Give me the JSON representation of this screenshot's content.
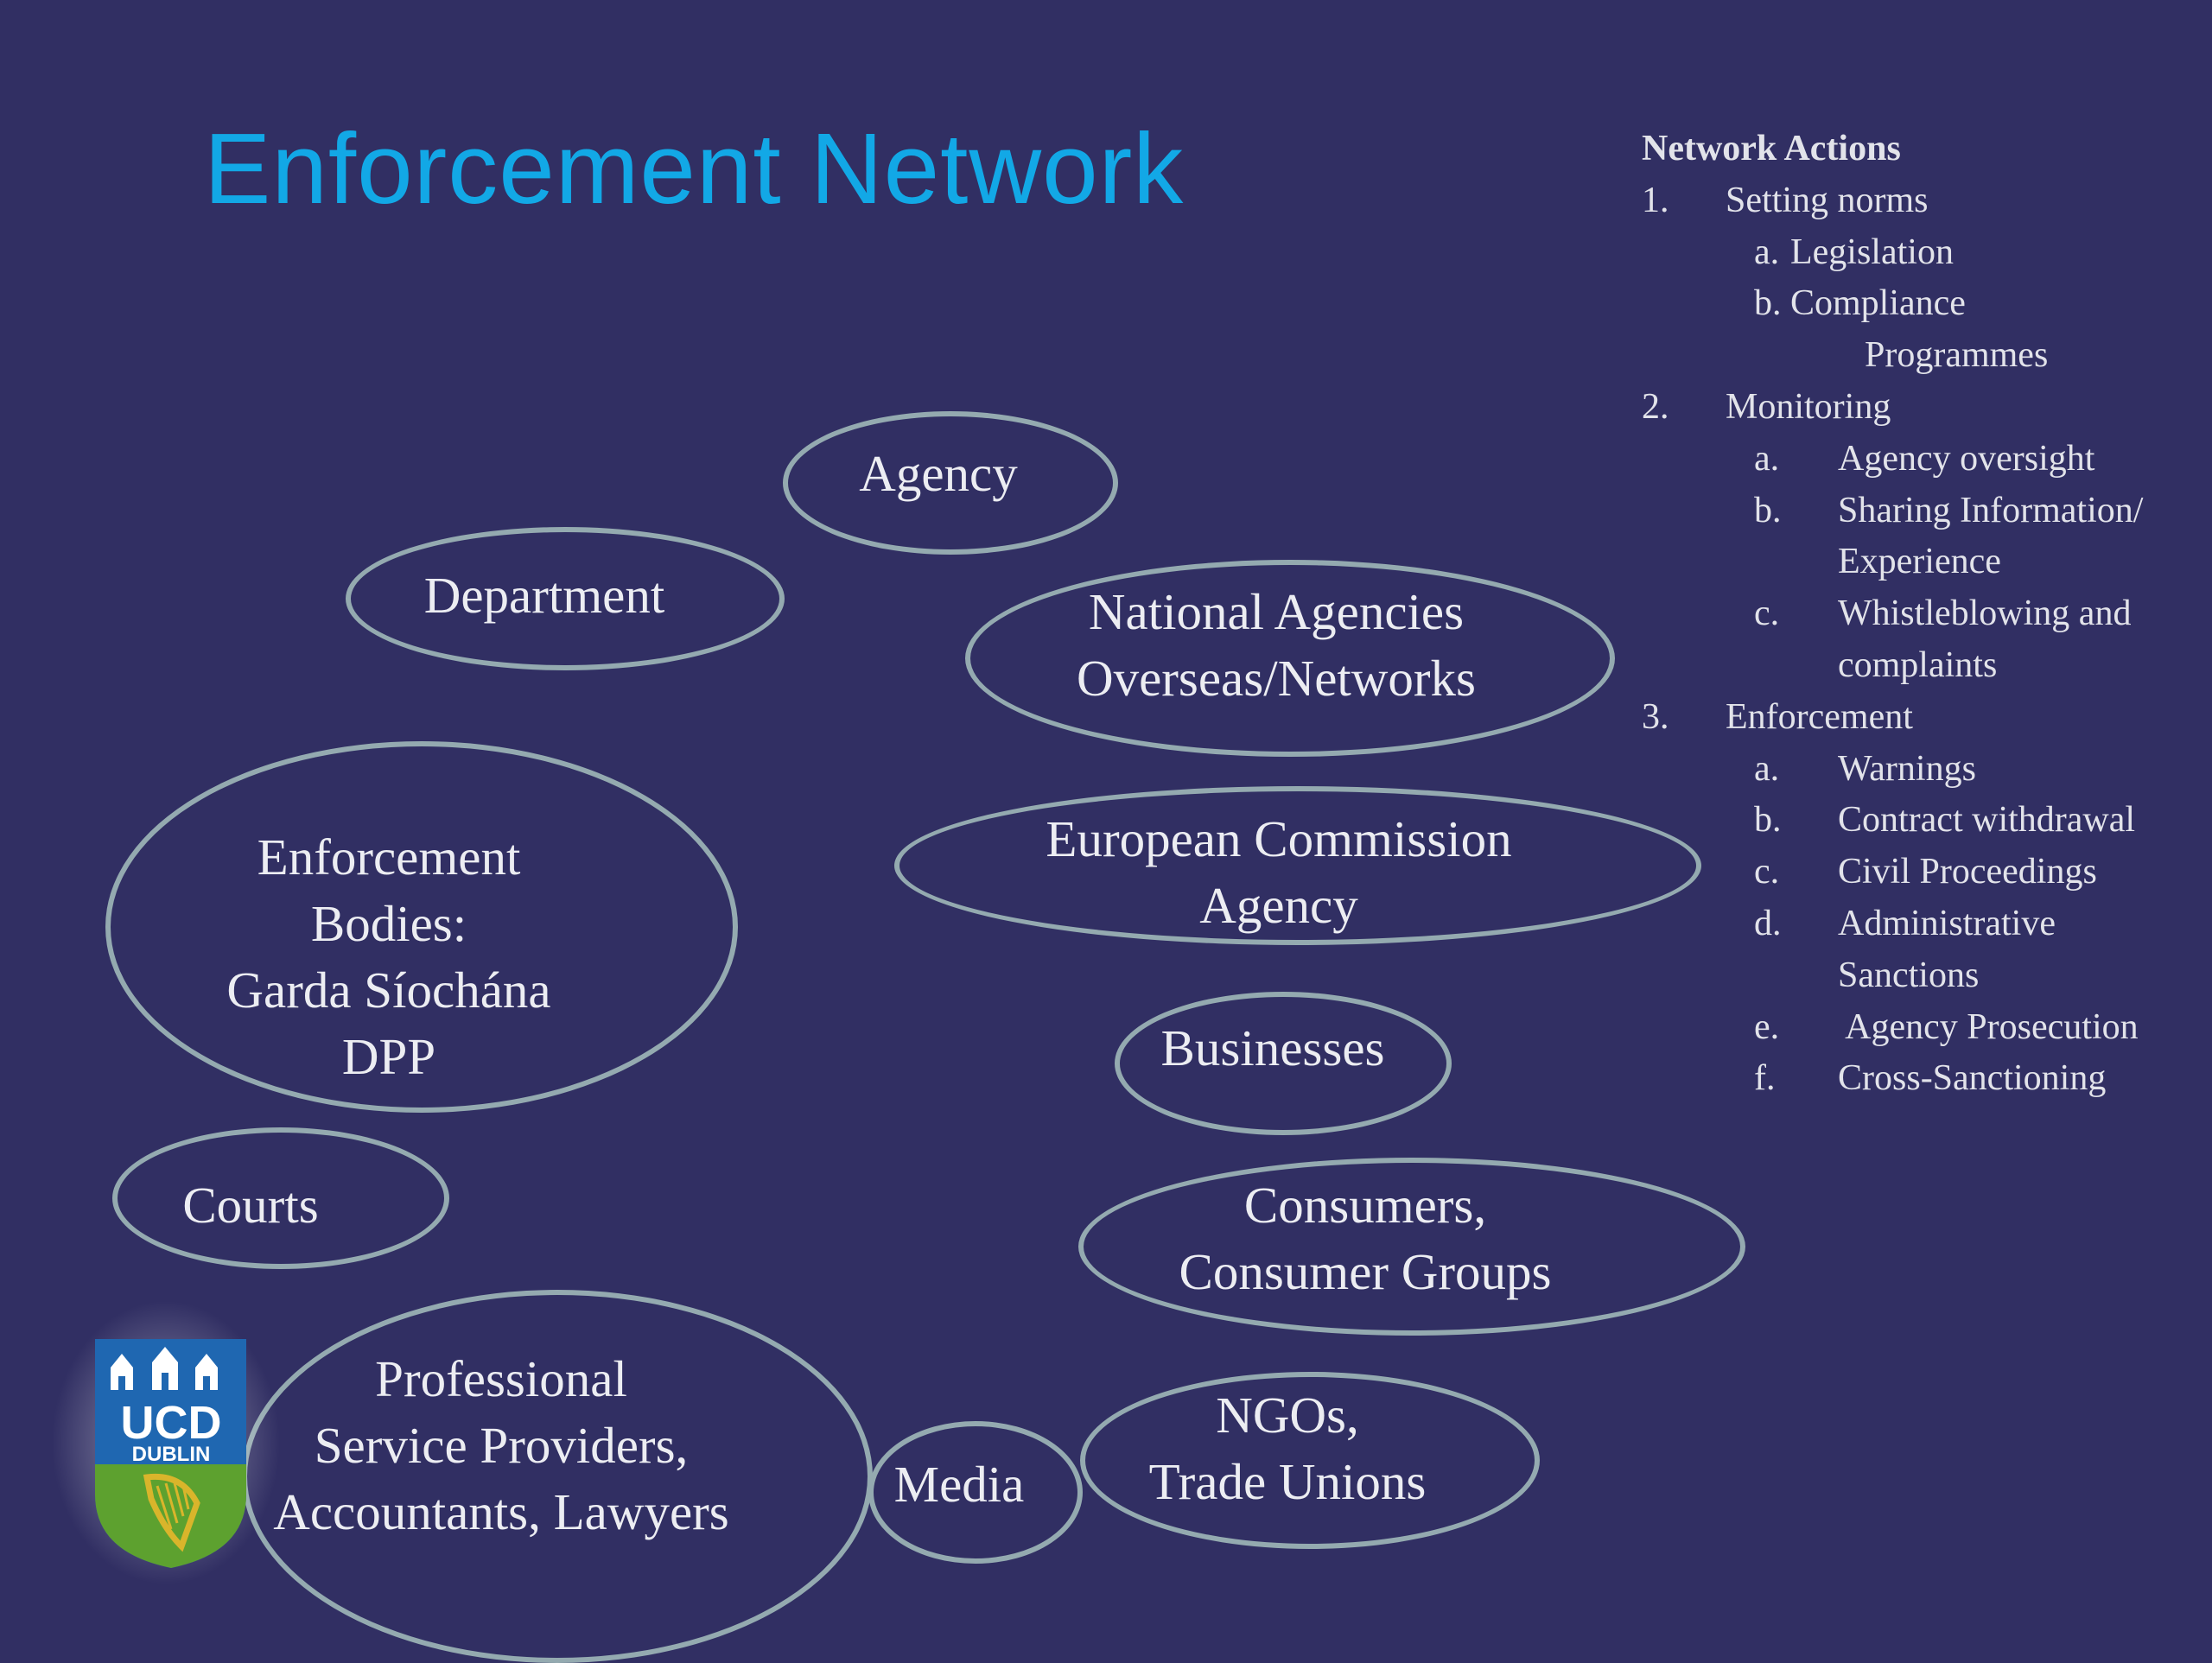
{
  "colors": {
    "background": "#312f63",
    "title": "#12a8e6",
    "ellipse_stroke": "#94aab0",
    "text": "#ecedf2",
    "logo_blue": "#1f67b1",
    "logo_green": "#5da12f",
    "logo_gold": "#d9b52b"
  },
  "slide": {
    "title": "Enforcement Network"
  },
  "network": {
    "nodes": [
      {
        "id": "agency",
        "label": "Agency"
      },
      {
        "id": "department",
        "label": "Department"
      },
      {
        "id": "national",
        "label": "National Agencies\nOverseas/Networks"
      },
      {
        "id": "enforcement",
        "label": "Enforcement\nBodies:\nGarda Síochána\nDPP"
      },
      {
        "id": "european",
        "label": "European Commission\nAgency"
      },
      {
        "id": "businesses",
        "label": "Businesses"
      },
      {
        "id": "courts",
        "label": "Courts"
      },
      {
        "id": "consumers",
        "label": "Consumers,\nConsumer Groups"
      },
      {
        "id": "professional",
        "label": "Professional\nService Providers,\nAccountants, Lawyers"
      },
      {
        "id": "media",
        "label": "Media"
      },
      {
        "id": "ngos",
        "label": "NGOs,\nTrade Unions"
      }
    ]
  },
  "actions": {
    "heading": "Network Actions",
    "items": [
      {
        "marker": "1.",
        "text": "Setting norms",
        "level": 1
      },
      {
        "marker": "a.",
        "text": "Legislation",
        "level": 2
      },
      {
        "marker": "b.",
        "text": "Compliance",
        "level": 2
      },
      {
        "marker": "",
        "text": "Programmes",
        "level": 3
      },
      {
        "marker": "2.",
        "text": "Monitoring",
        "level": 1
      },
      {
        "marker": "a.",
        "text": "Agency oversight",
        "level": 4
      },
      {
        "marker": "b.",
        "text": "Sharing Information/",
        "level": 4
      },
      {
        "marker": "",
        "text": "Experience",
        "level": 4
      },
      {
        "marker": "c.",
        "text": "Whistleblowing and",
        "level": 4
      },
      {
        "marker": "",
        "text": "complaints",
        "level": 4
      },
      {
        "marker": "3.",
        "text": "Enforcement",
        "level": 1
      },
      {
        "marker": "a.",
        "text": "Warnings",
        "level": 4
      },
      {
        "marker": "b.",
        "text": "Contract withdrawal",
        "level": 4
      },
      {
        "marker": "c.",
        "text": "Civil Proceedings",
        "level": 4
      },
      {
        "marker": "d.",
        "text": "Administrative",
        "level": 4
      },
      {
        "marker": "",
        "text": "Sanctions",
        "level": 4
      },
      {
        "marker": "e.",
        "text": " Agency Prosecution",
        "level": 4
      },
      {
        "marker": "f.",
        "text": "Cross-Sanctioning",
        "level": 4
      }
    ]
  },
  "logo": {
    "line1": "UCD",
    "line2": "DUBLIN",
    "icon": "ucd-crest-icon"
  }
}
